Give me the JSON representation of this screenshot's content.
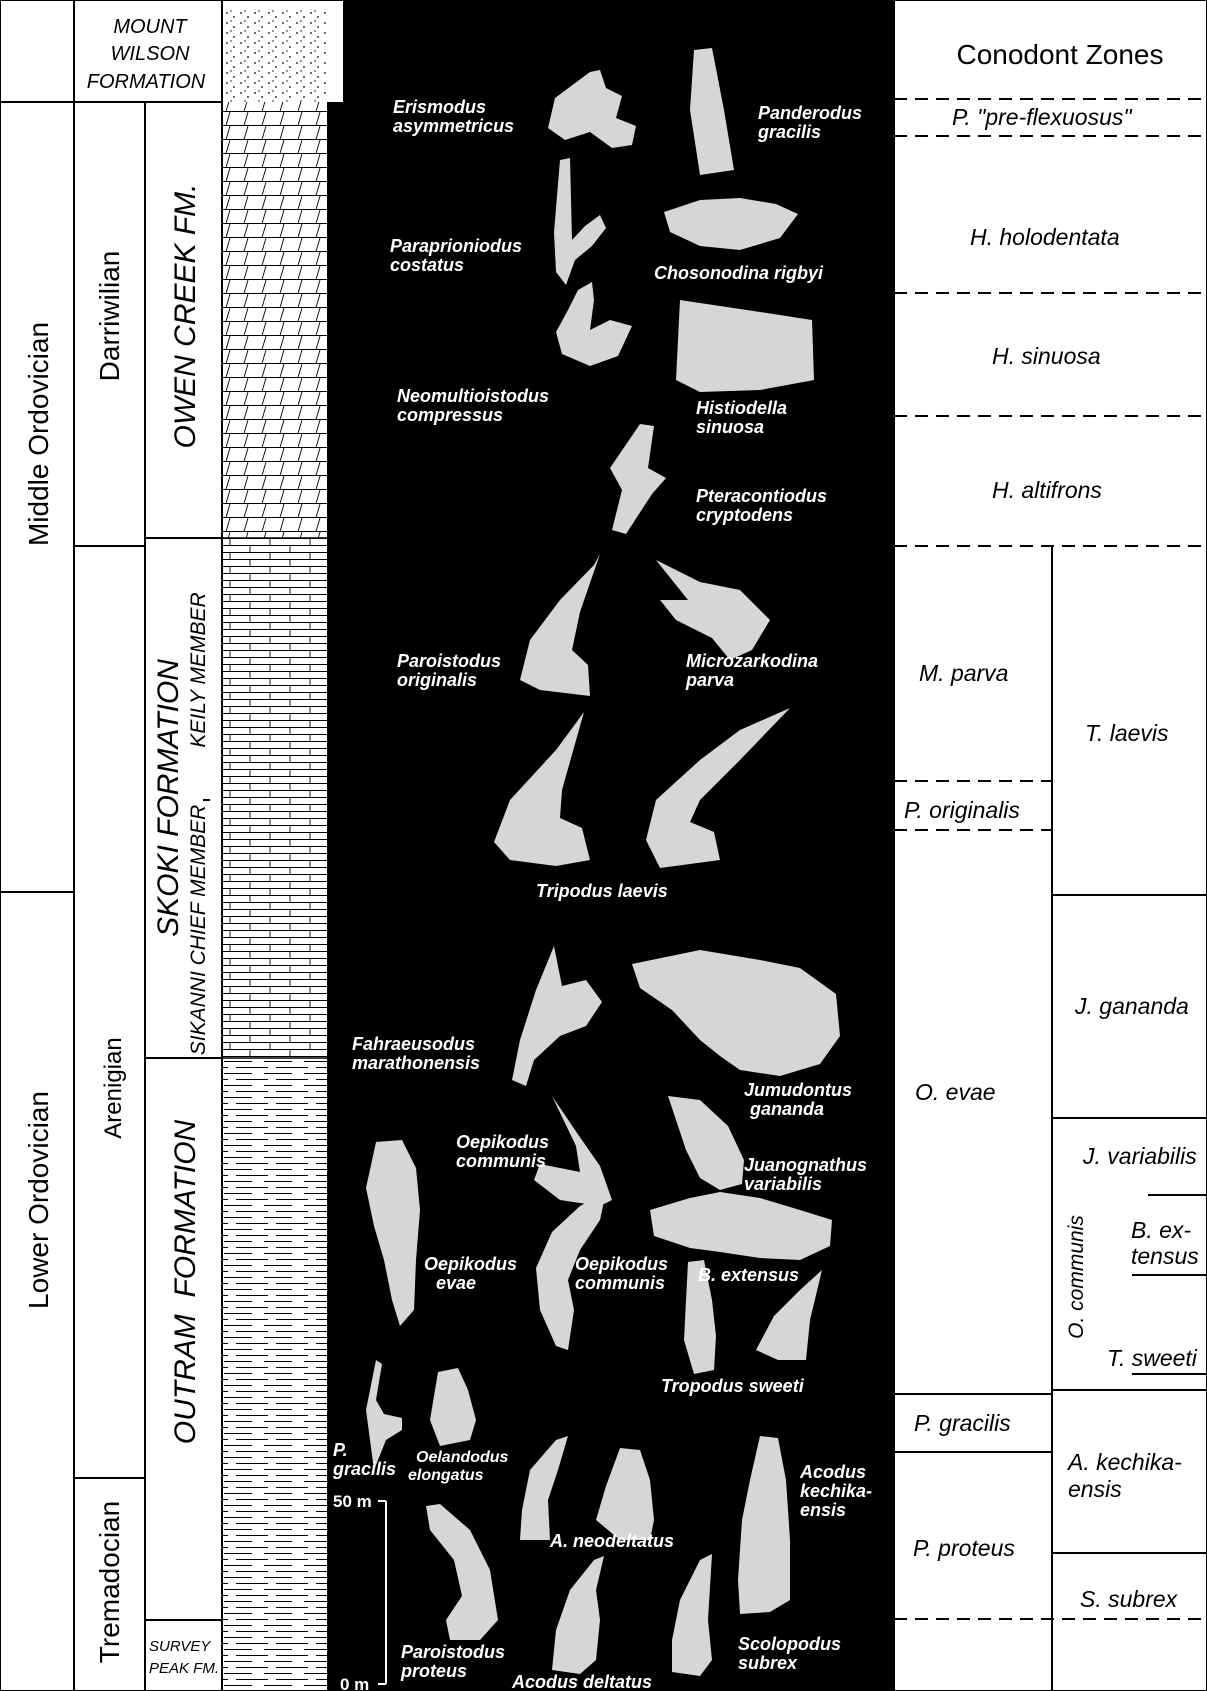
{
  "series": {
    "middle_ordovician": "Middle Ordovician",
    "lower_ordovician": "Lower Ordovician"
  },
  "stages": {
    "darriwilian": "Darriwilian",
    "arenigian": "Arenigian",
    "tremadocian": "Tremadocian"
  },
  "formations": {
    "mount_wilson": [
      "MOUNT",
      "WILSON",
      "FORMATION"
    ],
    "owen_creek": "OWEN CREEK FM.",
    "skoki": "SKOKI FORMATION",
    "keily_member": "KEILY MEMBER",
    "sikanni_chief_member": "SIKANNI CHIEF MEMBER",
    "outram": "OUTRAM  FORMATION",
    "survey_peak": [
      "SURVEY",
      "PEAK FM."
    ]
  },
  "scale": {
    "top_label": "50 m",
    "bottom_label": "0 m"
  },
  "zones": {
    "header": "Conodont Zones",
    "left": {
      "pre_flexuosus": "P. \"pre-flexuosus\"",
      "holodentata": "H. holodentata",
      "sinuosa": "H. sinuosa",
      "altifrons": "H. altifrons",
      "parva": "M. parva",
      "originalis": "P. originalis",
      "evae": "O. evae",
      "gracilis": "P. gracilis",
      "proteus": "P. proteus"
    },
    "right": {
      "laevis": "T. laevis",
      "gananda": "J. gananda",
      "variabilis": "J. variabilis",
      "communis": "O. communis",
      "extensus": [
        "B. ex-",
        "tensus"
      ],
      "sweeti": "T. sweeti",
      "kechikaensis": [
        "A. kechika-",
        "ensis"
      ],
      "subrex": "S. subrex"
    }
  },
  "fossil_labels": {
    "erismodus": [
      "Erismodus",
      "asymmetricus"
    ],
    "panderodus": [
      "Panderodus",
      "gracilis"
    ],
    "paraprioniodus": [
      "Paraprioniodus",
      "costatus"
    ],
    "chosonodina": [
      "Chosonodina rigbyi"
    ],
    "neomultioistodus": [
      "Neomultioistodus",
      "compressus"
    ],
    "histiodella": [
      "Histiodella",
      "sinuosa"
    ],
    "pteracontiodus": [
      "Pteracontiodus",
      "cryptodens"
    ],
    "paroistodus_originalis": [
      "Paroistodus",
      "originalis"
    ],
    "microzarkodina": [
      "Microzarkodina",
      "parva"
    ],
    "tripodus": [
      "Tripodus laevis"
    ],
    "fahraeusodus": [
      "Fahraeusodus",
      "marathonensis"
    ],
    "jumudontus": [
      "Jumudontus",
      "gananda"
    ],
    "oepikodus_communis_upper": [
      "Oepikodus",
      "communis"
    ],
    "juanognathus": [
      "Juanognathus",
      "variabilis"
    ],
    "oepikodus_evae": [
      "Oepikodus",
      "evae"
    ],
    "oepikodus_communis_lower": [
      "Oepikodus",
      "communis"
    ],
    "b_extensus": [
      "B. extensus"
    ],
    "tropodus": [
      "Tropodus sweeti"
    ],
    "p_gracilis": [
      "P.",
      "gracilis"
    ],
    "oelandodus": [
      "Oelandodus",
      "elongatus"
    ],
    "a_neodeltatus": [
      "A. neodeltatus"
    ],
    "acodus_kechikaensis": [
      "Acodus",
      "kechika-",
      "ensis"
    ],
    "paroistodus_proteus": [
      "Paroistodus",
      "proteus"
    ],
    "acodus_deltatus": [
      "Acodus deltatus"
    ],
    "scolopodus": [
      "Scolopodus",
      "subrex"
    ]
  }
}
